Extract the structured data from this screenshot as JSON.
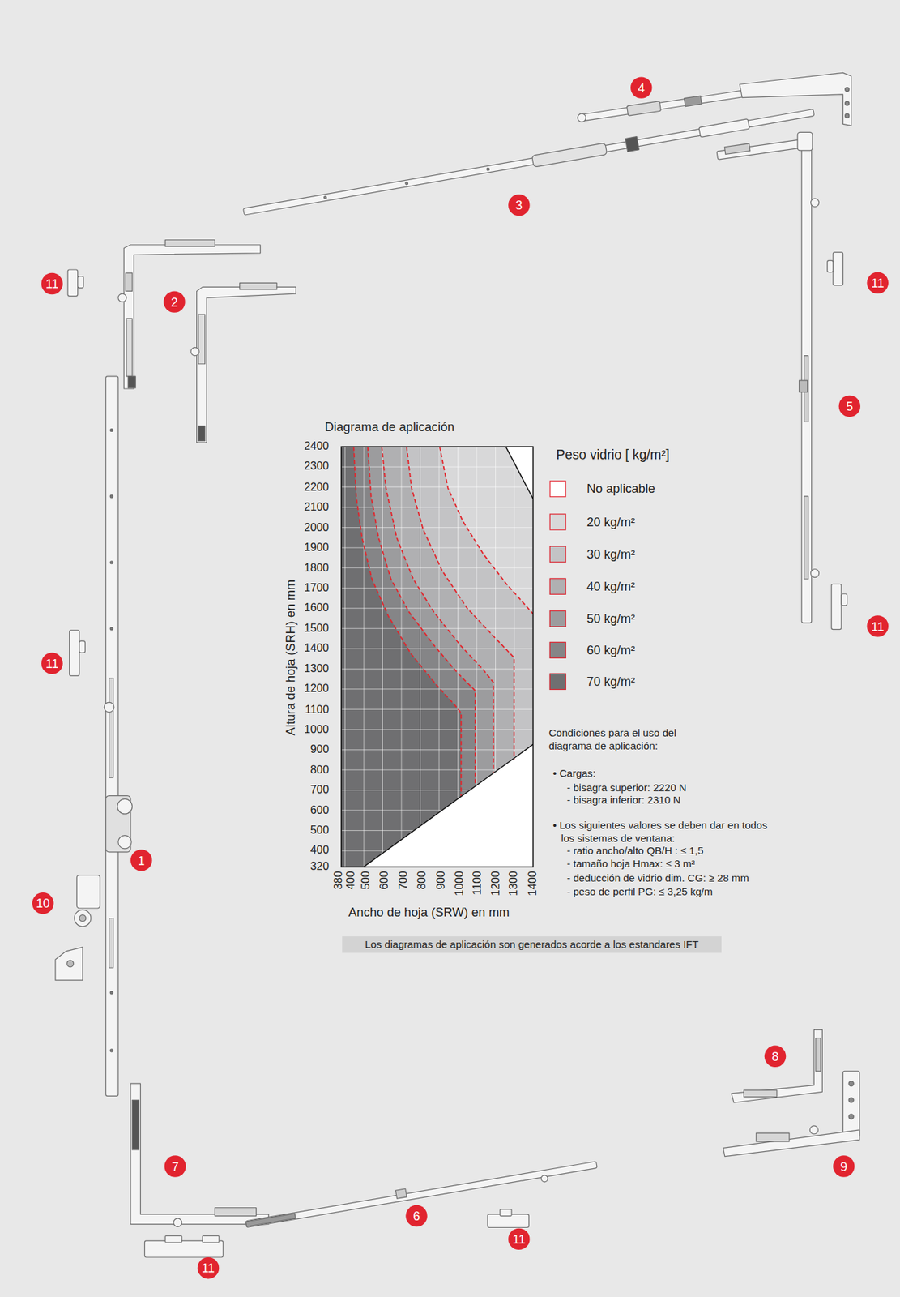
{
  "diagram": {
    "title": "Diagrama de aplicación",
    "nodes": [
      {
        "text": [
          "Los diagramas de aplicación son generados acorde a los estandares IFT"
        ]
      }
    ],
    "labels": [
      "4",
      "3",
      "11",
      "2",
      "11",
      "5",
      "11",
      "11",
      "1",
      "10",
      "8",
      "9",
      "7",
      "6",
      "11",
      "11",
      "Peso vidrio [ kg/m²]",
      "2400",
      "2300",
      "2200",
      "2100",
      "2000",
      "1900",
      "1800",
      "1700",
      "1600",
      "1500",
      "1400",
      "1300",
      "1200",
      "1100",
      "1000",
      "900",
      "800",
      "700",
      "600",
      "500",
      "400",
      "320",
      "380",
      "400",
      "500",
      "600",
      "700",
      "800",
      "900",
      "1000",
      "1100",
      "1200",
      "1300",
      "1400",
      "Altura de hoja (SRH) en mm",
      "Ancho de hoja (SRW) en mm",
      "Condiciones para el uso del diagrama de aplicación:",
      "• Cargas:",
      "- bisagra superior: 2220 N",
      "- bisagra inferior: 2310 N",
      "• Los siguientes valores se deben dar en todos los sistemas de ventana:",
      "- ratio ancho/alto QB/H : ≤ 1,5",
      "- tamaño hoja Hmax: ≤ 3 m²",
      "- deducción de vidrio dim. CG: ≥ 28 mm",
      "- peso de perfil PG: ≤ 3,25 kg/m"
    ],
    "legend": [
      {
        "text": "No aplicable",
        "color": "#ffffff"
      },
      {
        "text": "20 kg/m²",
        "color": "#d8d8d9"
      },
      {
        "text": "30 kg/m²",
        "color": "#c3c3c5"
      },
      {
        "text": "40 kg/m²",
        "color": "#b0b0b2"
      },
      {
        "text": "50 kg/m²",
        "color": "#9c9c9e"
      },
      {
        "text": "60 kg/m²",
        "color": "#858587"
      },
      {
        "text": "70 kg/m²",
        "color": "#6f6f71"
      }
    ]
  }
}
